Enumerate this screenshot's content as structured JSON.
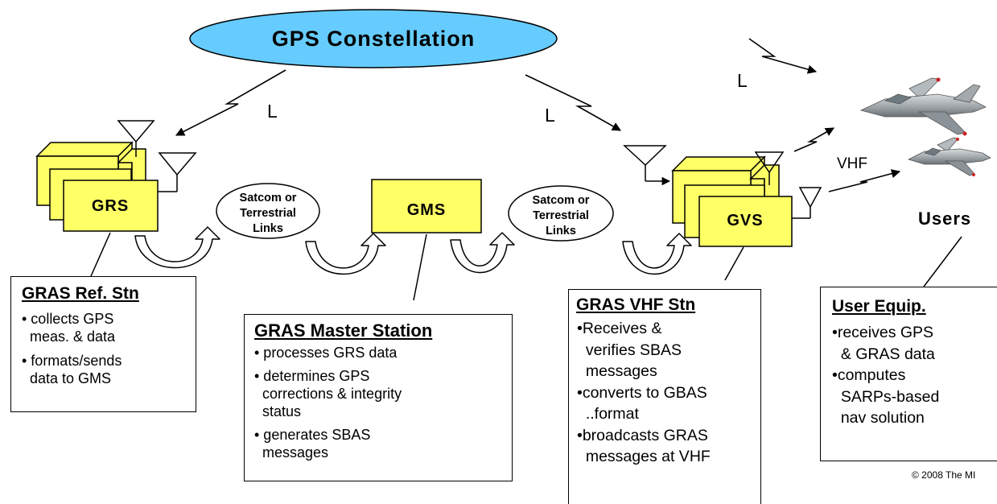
{
  "constellation": "GPS Constellation",
  "links": {
    "l_left": "L",
    "l_mid": "L",
    "l_right": "L",
    "vhf": "VHF"
  },
  "nodes": {
    "grs": "GRS",
    "gms": "GMS",
    "gvs": "GVS",
    "users": "Users"
  },
  "satcom_left": [
    "Satcom or",
    "Terrestrial",
    "Links"
  ],
  "satcom_right": [
    "Satcom or",
    "Terrestrial",
    "Links"
  ],
  "boxes": {
    "ref": {
      "title": "GRAS Ref. Stn",
      "items": [
        "• collects GPS\n  meas. & data",
        "• formats/sends\n  data to GMS"
      ]
    },
    "master": {
      "title": "GRAS Master Station",
      "items": [
        "• processes GRS data",
        "• determines GPS\n  corrections & integrity\n  status",
        "• generates SBAS\n  messages"
      ]
    },
    "vhf": {
      "title": "GRAS VHF Stn",
      "items": [
        "•Receives &\n  verifies SBAS\n  messages",
        "•converts to GBAS\n  ..format",
        "•broadcasts GRAS\n  messages at VHF"
      ]
    },
    "user": {
      "title": "User Equip.",
      "items": [
        "•receives GPS\n  & GRAS data",
        "•computes\n  SARPs-based\n  nav solution"
      ]
    }
  },
  "copyright": "© 2008 The MI",
  "colors": {
    "ellipse": "#66ccff",
    "station": "#ffff66",
    "line": "#000000"
  }
}
